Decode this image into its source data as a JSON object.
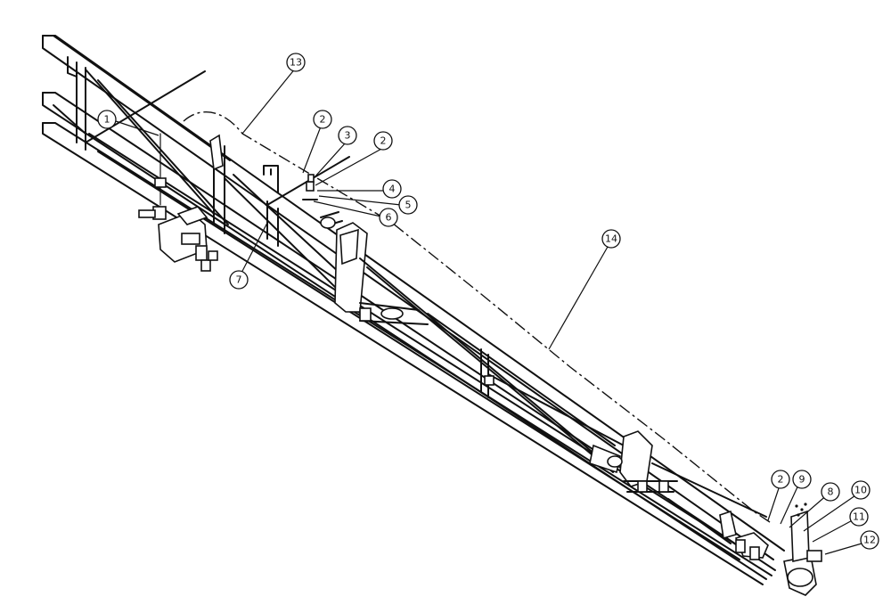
{
  "callouts": [
    {
      "id": "c1",
      "label": "1"
    },
    {
      "id": "c13",
      "label": "13"
    },
    {
      "id": "c2a",
      "label": "2"
    },
    {
      "id": "c3",
      "label": "3"
    },
    {
      "id": "c2b",
      "label": "2"
    },
    {
      "id": "c4",
      "label": "4"
    },
    {
      "id": "c5",
      "label": "5"
    },
    {
      "id": "c6",
      "label": "6"
    },
    {
      "id": "c7",
      "label": "7"
    },
    {
      "id": "c14",
      "label": "14"
    },
    {
      "id": "c2c",
      "label": "2"
    },
    {
      "id": "c9",
      "label": "9"
    },
    {
      "id": "c8",
      "label": "8"
    },
    {
      "id": "c10",
      "label": "10"
    },
    {
      "id": "c11",
      "label": "11"
    },
    {
      "id": "c12",
      "label": "12"
    }
  ]
}
